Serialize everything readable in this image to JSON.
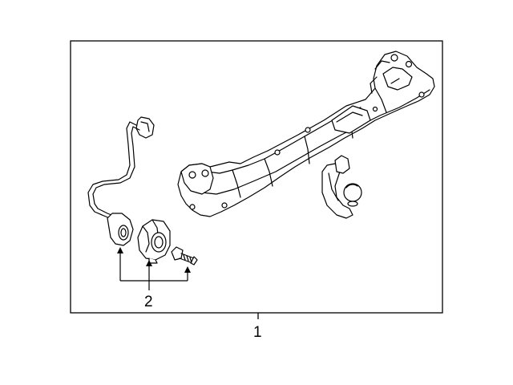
{
  "diagram": {
    "callouts": {
      "assembly": "1",
      "kit": "2"
    },
    "parts": [
      {
        "id": "hitch-assembly",
        "callout": "1"
      },
      {
        "id": "wiring-harness",
        "callout": "2"
      },
      {
        "id": "socket-housing",
        "callout": "2"
      },
      {
        "id": "mounting-bolt",
        "callout": "2"
      }
    ],
    "colors": {
      "line": "#000000",
      "fill": "#ffffff"
    }
  }
}
